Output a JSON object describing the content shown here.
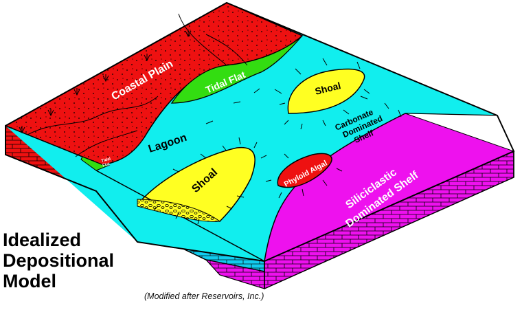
{
  "title_lines": [
    "Idealized",
    "Depositional",
    "Model"
  ],
  "credit": "(Modified after Reservoirs, Inc.)",
  "zones": {
    "coastal_plain": "Coastal Plain",
    "tidal_flat": "Tidal Flat",
    "tidal_flat_small": [
      "Tidal",
      "Flat"
    ],
    "lagoon": "Lagoon",
    "shoal_upper": "Shoal",
    "shoal_lower": "Shoal",
    "carbonate_shelf": [
      "Carbonate",
      "Dominated",
      "Shelf"
    ],
    "phyloid_algal": "Phyloid Algal",
    "siliciclastic_shelf": [
      "Siliciclastic",
      "Dominated Shelf"
    ]
  },
  "colors": {
    "coastal_plain": "#ee1111",
    "tidal_flat": "#33dd11",
    "lagoon": "#11eeee",
    "shoal": "#ffff22",
    "phyloid_algal": "#ee1111",
    "siliciclastic_shelf": "#ee11ee",
    "outline": "#000000"
  }
}
